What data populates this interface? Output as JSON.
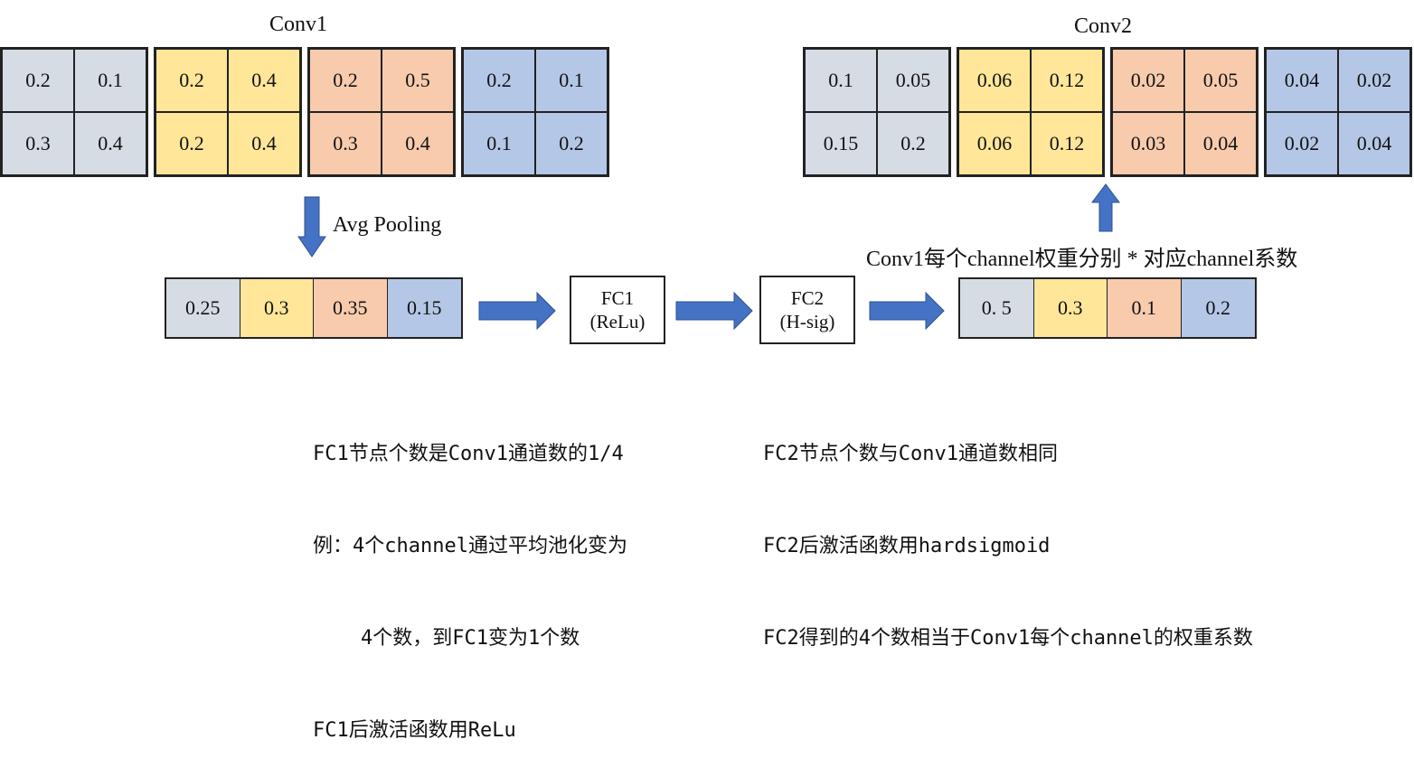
{
  "conv1": {
    "title": "Conv1",
    "channels": [
      {
        "color": "gray",
        "values": [
          "0.2",
          "0.1",
          "0.3",
          "0.4"
        ]
      },
      {
        "color": "yellow",
        "values": [
          "0.2",
          "0.4",
          "0.2",
          "0.4"
        ]
      },
      {
        "color": "orange",
        "values": [
          "0.2",
          "0.5",
          "0.3",
          "0.4"
        ]
      },
      {
        "color": "blue",
        "values": [
          "0.2",
          "0.1",
          "0.1",
          "0.2"
        ]
      }
    ]
  },
  "conv2": {
    "title": "Conv2",
    "channels": [
      {
        "color": "gray",
        "values": [
          "0.1",
          "0.05",
          "0.15",
          "0.2"
        ]
      },
      {
        "color": "yellow",
        "values": [
          "0.06",
          "0.12",
          "0.06",
          "0.12"
        ]
      },
      {
        "color": "orange",
        "values": [
          "0.02",
          "0.05",
          "0.03",
          "0.04"
        ]
      },
      {
        "color": "blue",
        "values": [
          "0.04",
          "0.02",
          "0.02",
          "0.04"
        ]
      }
    ]
  },
  "pooling_label": "Avg Pooling",
  "pooled": [
    "0.25",
    "0.3",
    "0.35",
    "0.15"
  ],
  "fc1": {
    "line1": "FC1",
    "line2": "(ReLu)"
  },
  "fc2": {
    "line1": "FC2",
    "line2": "(H-sig)"
  },
  "weights": [
    "0. 5",
    "0.3",
    "0.1",
    "0.2"
  ],
  "multiply_label": "Conv1每个channel权重分别 * 对应channel系数",
  "notes_left": [
    "FC1节点个数是Conv1通道数的1/4",
    "例：4个channel通过平均池化变为",
    "    4个数，到FC1变为1个数",
    "FC1后激活函数用ReLu"
  ],
  "notes_right": [
    "FC2节点个数与Conv1通道数相同",
    "FC2后激活函数用hardsigmoid",
    "FC2得到的4个数相当于Conv1每个channel的权重系数"
  ],
  "colors": {
    "gray": "#d6dce4",
    "yellow": "#ffe699",
    "orange": "#f8cbad",
    "blue": "#b4c7e7",
    "arrow": "#4472c4"
  }
}
